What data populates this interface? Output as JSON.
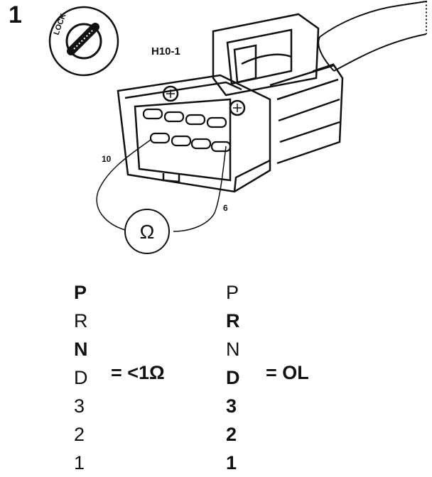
{
  "step_number": "1",
  "ignition": {
    "lock_label": "LOCK"
  },
  "connector": {
    "id": "H10-1",
    "pin_a": "10",
    "pin_b": "6"
  },
  "meter_symbol": "Ω",
  "left_test": {
    "gears": [
      {
        "label": "P",
        "bold": true
      },
      {
        "label": "R",
        "bold": false
      },
      {
        "label": "N",
        "bold": true
      },
      {
        "label": "D",
        "bold": false
      },
      {
        "label": "3",
        "bold": false
      },
      {
        "label": "2",
        "bold": false
      },
      {
        "label": "1",
        "bold": false
      }
    ],
    "result": "= <1Ω"
  },
  "right_test": {
    "gears": [
      {
        "label": "P",
        "bold": false
      },
      {
        "label": "R",
        "bold": true
      },
      {
        "label": "N",
        "bold": false
      },
      {
        "label": "D",
        "bold": true
      },
      {
        "label": "3",
        "bold": true
      },
      {
        "label": "2",
        "bold": true
      },
      {
        "label": "1",
        "bold": true
      }
    ],
    "result": "= OL"
  }
}
